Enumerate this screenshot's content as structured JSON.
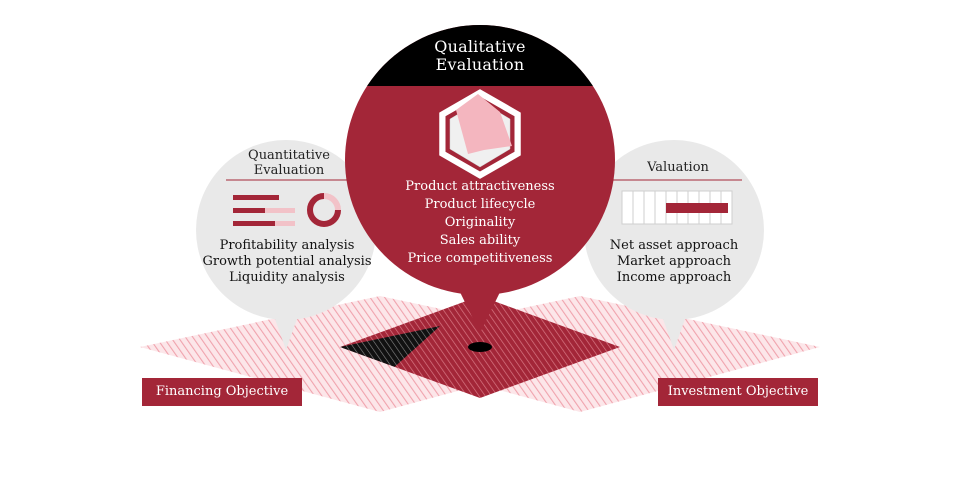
{
  "colors": {
    "accent": "#a32638",
    "accent_light": "#f2c2c8",
    "circle_grey": "#e9e9e9",
    "black": "#000000"
  },
  "quantitative": {
    "title_line1": "Quantitative",
    "title_line2": "Evaluation",
    "items": [
      "Profitability analysis",
      "Growth potential analysis",
      "Liquidity analysis"
    ],
    "icon": "bar-and-donut-chart-icon"
  },
  "qualitative": {
    "title_line1": "Qualitative",
    "title_line2": "Evaluation",
    "items": [
      "Product attractiveness",
      "Product lifecycle",
      "Originality",
      "Sales ability",
      "Price competitiveness"
    ],
    "icon": "radar-chart-icon"
  },
  "valuation": {
    "title": "Valuation",
    "items": [
      "Net asset approach",
      "Market approach",
      "Income approach"
    ],
    "icon": "bar-scale-icon"
  },
  "labels": {
    "financing": "Financing Objective",
    "investment": "Investment Objective"
  }
}
